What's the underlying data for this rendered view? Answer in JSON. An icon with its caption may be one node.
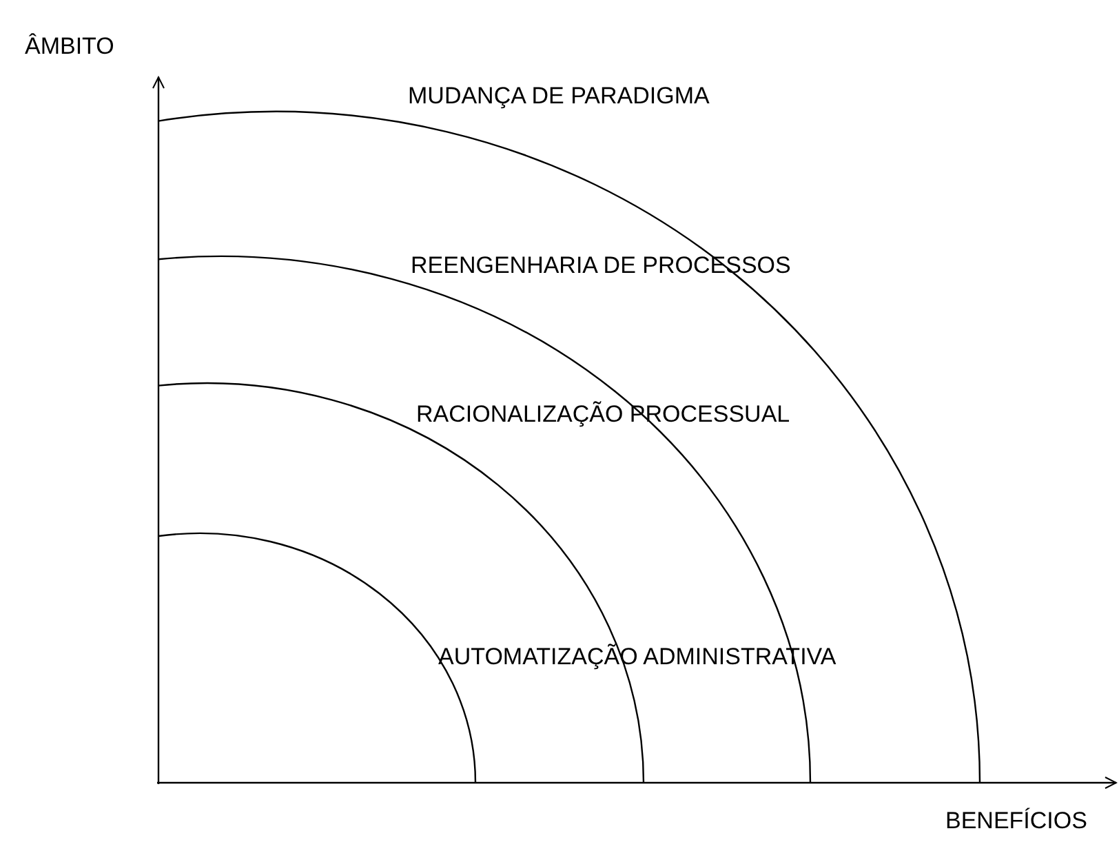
{
  "diagram": {
    "labels": [
      "ÂMBITO",
      "MUDANÇA DE PARADIGMA",
      "REENGENHARIA DE PROCESSOS",
      "RACIONALIZAÇÃO PROCESSUAL",
      "AUTOMATIZAÇÃO ADMINISTRATIVA",
      "BENEFÍCIOS"
    ]
  }
}
